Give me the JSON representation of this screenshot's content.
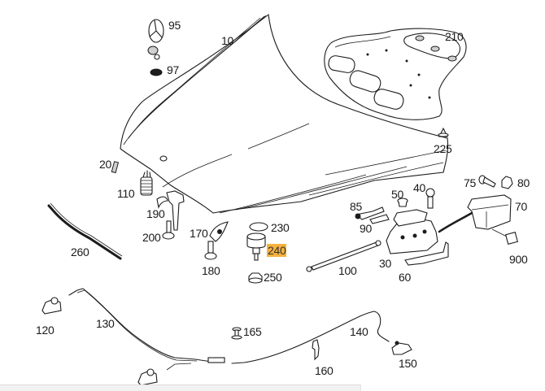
{
  "diagram": {
    "title": "Hood parts diagram",
    "highlight_color": "#f5b23e",
    "highlighted_part": "240",
    "labels": {
      "p10": "10",
      "p20": "20",
      "p30": "30",
      "p40": "40",
      "p50": "50",
      "p60": "60",
      "p70": "70",
      "p75": "75",
      "p80": "80",
      "p85": "85",
      "p90": "90",
      "p95": "95",
      "p97": "97",
      "p100": "100",
      "p110": "110",
      "p120": "120",
      "p130": "130",
      "p140": "140",
      "p150": "150",
      "p160": "160",
      "p165": "165",
      "p170": "170",
      "p180": "180",
      "p190": "190",
      "p200": "200",
      "p210": "210",
      "p225": "225",
      "p230": "230",
      "p240": "240",
      "p250": "250",
      "p260": "260",
      "p900": "900"
    }
  }
}
